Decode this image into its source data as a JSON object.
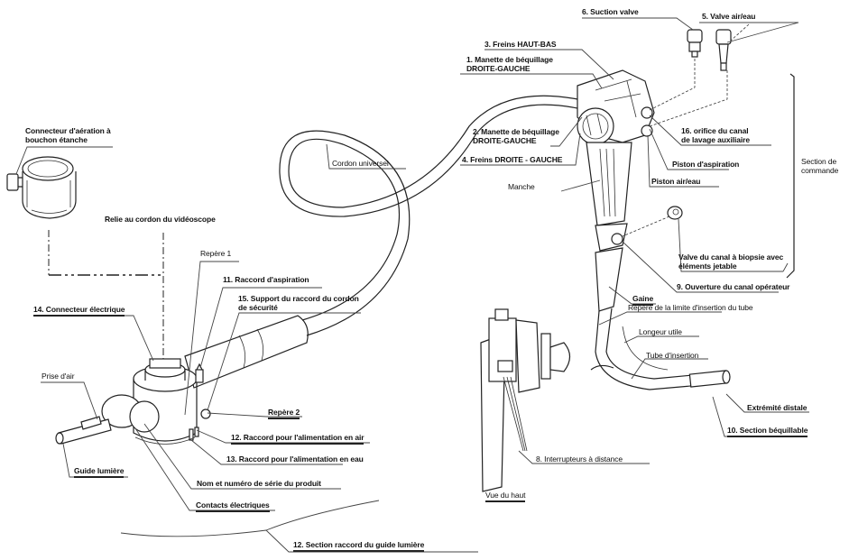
{
  "diagram": {
    "subject": "Vidéoscope (endoscope) – nomenclature des composants",
    "views": {
      "top_view_caption": "Vue du haut"
    },
    "labels": {
      "connecteur_aeration": [
        "Connecteur d'aération à",
        "bouchon étanche"
      ],
      "relie_cordon": "Relie au cordon du vidéoscope",
      "repere1": "Repère 1",
      "raccord_aspiration": "11. Raccord d'aspiration",
      "support_raccord": [
        "15. Support du raccord du cordon",
        "de sécurité"
      ],
      "connecteur_electrique": "14. Connecteur électrique",
      "prise_air": "Prise d'air",
      "repere2": "Repère 2",
      "raccord_air": "12. Raccord pour l'alimentation en air",
      "raccord_eau": "13. Raccord pour l'alimentation en eau",
      "guide_lumiere": "Guide lumière",
      "nom_numero": "Nom et numéro de série du produit",
      "contacts": "Contacts électriques",
      "section_raccord": "12. Section raccord du guide lumière",
      "cordon_universel": "Cordon universel",
      "suction_valve": "6. Suction valve",
      "valve_air_eau": "5. Valve air/eau",
      "freins_haut_bas": "3. Freins HAUT-BAS",
      "manette1": [
        "1. Manette de béquillage",
        "DROITE-GAUCHE"
      ],
      "manette2": [
        "2. Manette de béquillage",
        "DROITE-GAUCHE"
      ],
      "freins_droite_gauche": "4. Freins DROITE - GAUCHE",
      "manche": "Manche",
      "orifice_lavage": [
        "16. orifice du canal",
        "de lavage auxiliaire"
      ],
      "piston_aspiration": "Piston d'aspiration",
      "piston_air_eau": "Piston air/eau",
      "section_commande": [
        "Section de",
        "commande"
      ],
      "valve_biopsie": [
        "Valve du canal à biopsie avec",
        "éléments jetable"
      ],
      "ouverture_canal": "9. Ouverture du canal opérateur",
      "gaine": "Gaine",
      "repere_limite": "Repère de la limite d'insertion du tube",
      "longueur_utile": "Longeur utile",
      "tube_insertion": "Tube d'insertion",
      "extremite_distale": "Extrémité distale",
      "section_bequillable": "10. Section béquillable",
      "interrupteurs": "8. Interrupteurs à distance"
    }
  }
}
